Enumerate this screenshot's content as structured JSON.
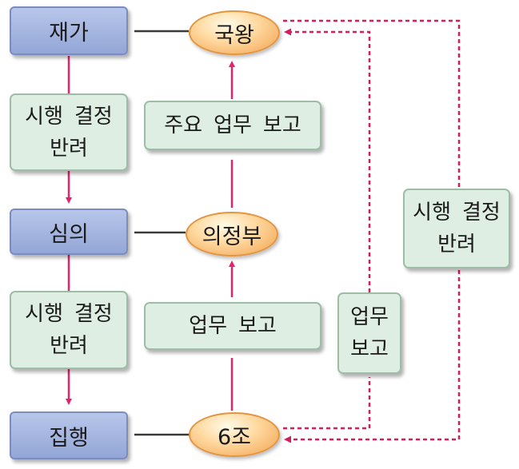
{
  "left_column": {
    "finance": "재가",
    "reject1": {
      "line1_a": "시행",
      "line1_b": "결정",
      "line2": "반려"
    },
    "review": "심의",
    "reject2": {
      "line1_a": "시행",
      "line1_b": "결정",
      "line2": "반려"
    },
    "execute": "집행"
  },
  "center_column": {
    "king": "국왕",
    "major_report": {
      "a": "주요",
      "b": "업무",
      "c": "보고"
    },
    "council": "의정부",
    "report": {
      "a": "업무",
      "b": "보고"
    },
    "six_ministries": "6조"
  },
  "right_side": {
    "work_report": {
      "line1": "업무",
      "line2": "보고"
    },
    "reject": {
      "line1_a": "시행",
      "line1_b": "결정",
      "line2": "반려"
    }
  },
  "colors": {
    "pink_line": "#e0246e",
    "dark_line": "#3a3a3a",
    "dashed_line": "#d91a5f",
    "blue_box": "#98aad9",
    "green_box": "#dfeee3",
    "oval": "#f7b86a"
  }
}
